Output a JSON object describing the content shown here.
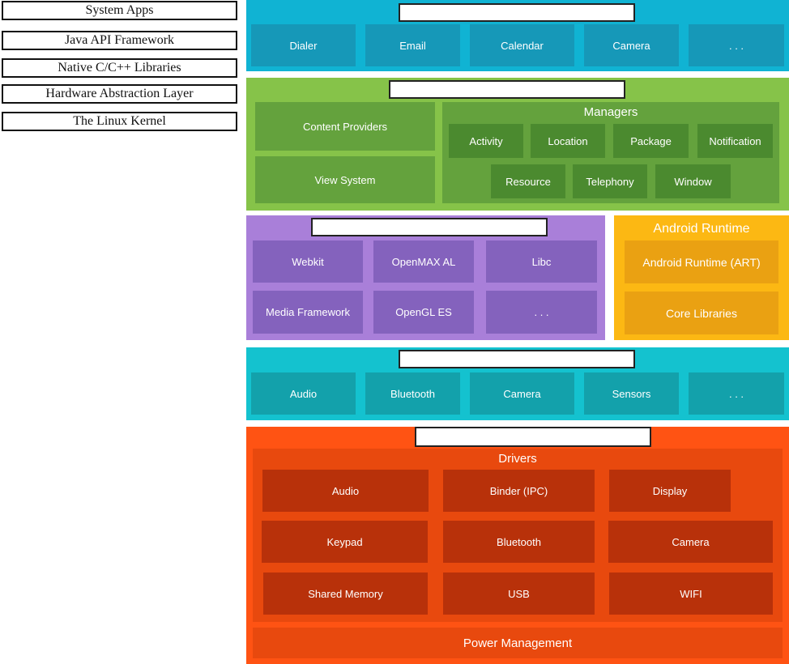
{
  "labels": [
    "System Apps",
    "Java API Framework",
    "Native C/C++ Libraries",
    "Hardware Abstraction Layer",
    "The Linux Kernel"
  ],
  "apps": {
    "items": [
      "Dialer",
      "Email",
      "Calendar",
      "Camera",
      ". . ."
    ]
  },
  "framework": {
    "content_providers": "Content Providers",
    "view_system": "View System",
    "managers_title": "Managers",
    "managers": [
      "Activity",
      "Location",
      "Package",
      "Notification",
      "Resource",
      "Telephony",
      "Window"
    ]
  },
  "native": {
    "items": [
      "Webkit",
      "OpenMAX AL",
      "Libc",
      "Media Framework",
      "OpenGL ES",
      ". . ."
    ]
  },
  "runtime": {
    "title": "Android Runtime",
    "items": [
      "Android Runtime (ART)",
      "Core Libraries"
    ]
  },
  "hal": {
    "items": [
      "Audio",
      "Bluetooth",
      "Camera",
      "Sensors",
      ". . ."
    ]
  },
  "kernel": {
    "drivers_title": "Drivers",
    "drivers": [
      "Audio",
      "Binder (IPC)",
      "Display",
      "Keypad",
      "Bluetooth",
      "Camera",
      "Shared Memory",
      "USB",
      "WIFI"
    ],
    "power": "Power Management"
  },
  "colors": {
    "apps_bg": "#10b3d3",
    "apps_tile": "#1698b8",
    "framework_bg": "#86c349",
    "framework_panel": "#64a23d",
    "framework_tile": "#4b8a2f",
    "native_bg": "#a97fd9",
    "native_tile": "#8462bd",
    "runtime_bg": "#fcb813",
    "runtime_tile": "#eaa112",
    "hal_bg": "#14c2cf",
    "hal_tile": "#13a1ab",
    "kernel_bg": "#ff5313",
    "kernel_panel": "#e8490e",
    "kernel_tile": "#b8310a"
  }
}
